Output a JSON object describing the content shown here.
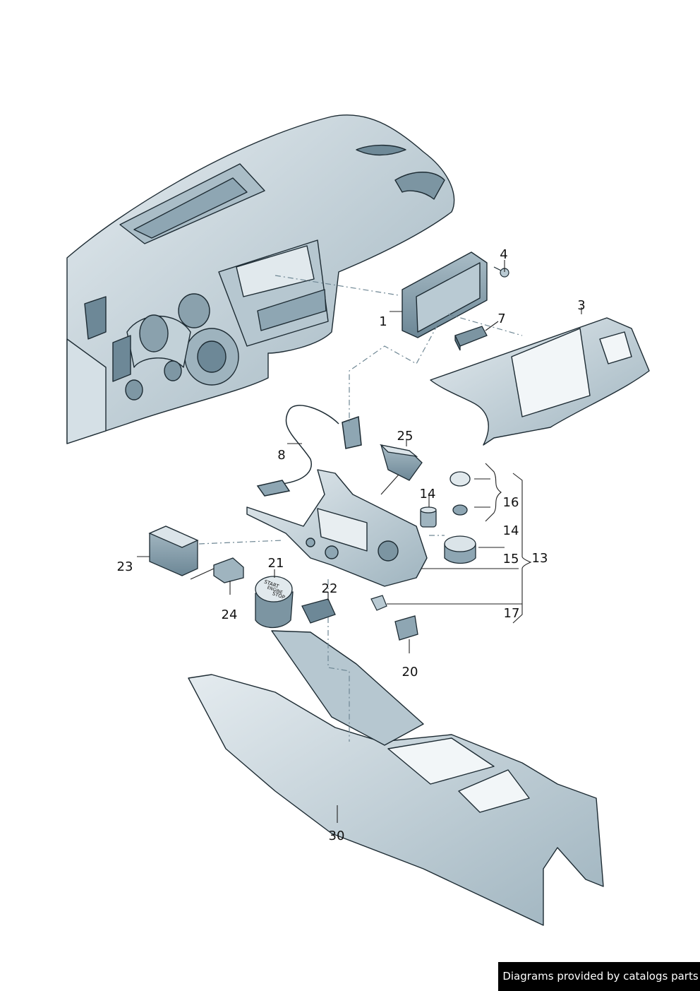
{
  "colors": {
    "part_fill": "#c9d5dc",
    "part_light": "#e4ebef",
    "part_dark": "#7d96a3",
    "outline": "#1d2b33",
    "leader": "#222222",
    "dashed": "#6f8794",
    "credit_bg": "#000000",
    "credit_text": "#ffffff"
  },
  "callouts": [
    "1",
    "3",
    "4",
    "7",
    "8",
    "25",
    "14",
    "16",
    "14",
    "13",
    "15",
    "23",
    "21",
    "22",
    "24",
    "17",
    "20",
    "30"
  ],
  "parts": {
    "dashboard": "dashboard",
    "display_unit": "1",
    "screw": "4",
    "trim_panel": "3",
    "control_unit": "7",
    "cable": "8",
    "switch_25": "25",
    "shift_console": "13",
    "knob_14": "14",
    "knob_cap": "16",
    "knob_base": "15",
    "switch_block": "23",
    "connector_24": "24",
    "start_stop_button": "21",
    "connector_22": "22",
    "clip": "17",
    "connector_20": "20",
    "center_console": "30"
  },
  "start_button_text": [
    "START",
    "ENGINE",
    "STOP"
  ],
  "credit": "Diagrams provided by catalogs parts"
}
